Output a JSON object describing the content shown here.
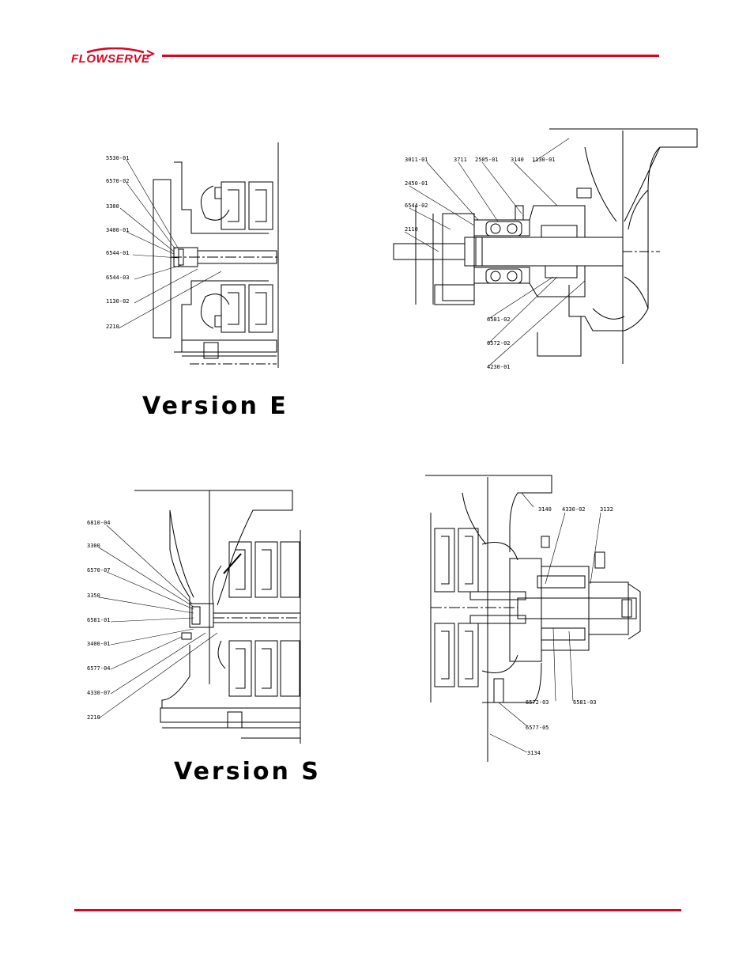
{
  "header": {
    "brand": "FLOWSERVE",
    "accent_color": "#e3001b"
  },
  "figures": {
    "version_e": {
      "caption": "Version E",
      "left_labels": [
        "5530-01",
        "6570-02",
        "3300",
        "3400-01",
        "6544-01",
        "6544-03",
        "1130-02",
        "2210"
      ]
    },
    "drive_end": {
      "top_labels": [
        "3011-01",
        "3711",
        "2505-01",
        "3140",
        "1130-01"
      ],
      "left_labels": [
        "2450-01",
        "6544-02",
        "2110"
      ],
      "bottom_labels": [
        "6581-02",
        "6572-02",
        "4230-01"
      ]
    },
    "version_s": {
      "caption": "Version S",
      "left_labels": [
        "6810-04",
        "3300",
        "6570-07",
        "3350",
        "6581-01",
        "3400-01",
        "6577-04",
        "4330-07",
        "2210"
      ]
    },
    "non_drive_end": {
      "top_labels": [
        "3140",
        "4330-02",
        "3132"
      ],
      "bottom_labels": [
        "6572-03",
        "6581-03",
        "6577-05",
        "3134"
      ]
    }
  }
}
